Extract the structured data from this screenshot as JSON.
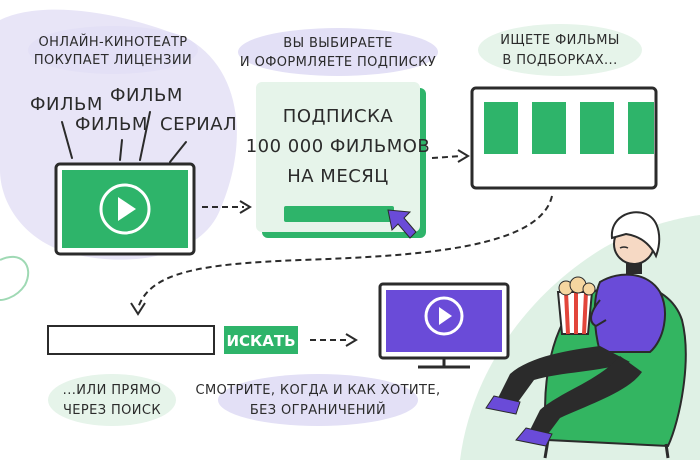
{
  "step1": {
    "caption_line1": "ОНЛАЙН-КИНОТЕАТР",
    "caption_line2": "ПОКУПАЕТ ЛИЦЕНЗИИ"
  },
  "content_labels": {
    "film_1": "ФИЛЬМ",
    "film_2": "ФИЛЬМ",
    "film_3": "ФИЛЬМ",
    "serial": "СЕРИАЛ"
  },
  "step2": {
    "caption_line1": "ВЫ ВЫБИРАЕТЕ",
    "caption_line2": "И ОФОРМЛЯЕТЕ ПОДПИСКУ"
  },
  "subscription_card": {
    "line1": "ПОДПИСКА",
    "line2": "100 000 ФИЛЬМОВ",
    "line3": "НА МЕСЯЦ"
  },
  "step3": {
    "caption_line1": "ИЩЕТЕ ФИЛЬМЫ",
    "caption_line2": "В ПОДБОРКАХ..."
  },
  "search": {
    "button_label": "ИСКАТЬ",
    "placeholder": ""
  },
  "step4": {
    "caption_line1": "...ИЛИ ПРЯМО",
    "caption_line2": "ЧЕРЕЗ ПОИСК"
  },
  "step5": {
    "caption_line1": "СМОТРИТЕ, КОГДА И КАК ХОТИТЕ,",
    "caption_line2": "БЕЗ ОГРАНИЧЕНИЙ"
  },
  "colors": {
    "green": "#2eb46a",
    "lavender": "#e3e0f6",
    "purple": "#6a4bd8",
    "mint": "#e6f4ea",
    "ink": "#2b2b2b",
    "armchair": "#33b561"
  }
}
